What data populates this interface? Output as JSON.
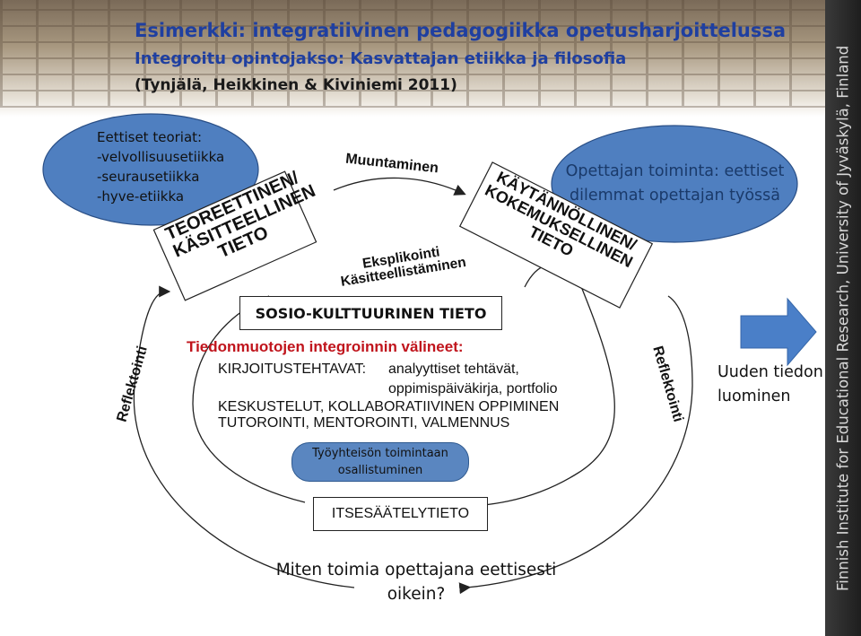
{
  "side_credit": "Finnish Institute for Educational Research, University of Jyväskylä, Finland",
  "header": {
    "title": "Esimerkki: integratiivinen pedagogiikka opetusharjoittelussa",
    "subtitle": "Integroitu opintojakso: Kasvattajan etiikka ja filosofia",
    "authors": "(Tynjälä, Heikkinen & Kiviniemi 2011)"
  },
  "ethics_ellipse": {
    "lines": [
      "Eettiset teoriat:",
      "-velvollisuusetiikka",
      "-seurausetiikka",
      "-hyve-etiikka"
    ]
  },
  "theoretical": {
    "line1": "TEOREETTINEN/",
    "line2": "KÄSITTEELLINEN",
    "line3": "TIETO"
  },
  "practical": {
    "line1": "KÄYTÄNNÖLLINEN/",
    "line2": "KOKEMUKSELLINEN",
    "line3": "TIETO"
  },
  "muuntaminen": "Muuntaminen",
  "eksplikointi": {
    "line1": "Eksplikointi",
    "line2": "Käsitteellistäminen"
  },
  "teacher_ellipse": {
    "line1": "Opettajan toiminta: eettiset",
    "line2": "dilemmat opettajan työssä"
  },
  "sosio": "SOSIO-KULTTUURINEN TIETO",
  "integration": {
    "title": "Tiedonmuotojen integroinnin välineet:",
    "row1_label": "KIRJOITUSTEHTAVAT:",
    "row1_value": "analyyttiset tehtävät,",
    "row2": "oppimispäiväkirja, portfolio",
    "row3": "KESKUSTELUT, KOLLABORATIIVINEN OPPIMINEN",
    "row4": "TUTOROINTI, MENTOROINTI, VALMENNUS"
  },
  "community": {
    "line1": "Työyhteisön toimintaan",
    "line2": "osallistuminen"
  },
  "itse": "ITSESÄÄTELYTIETO",
  "reflektointi_left": "Reflektointi",
  "reflektointi_right": "Reflektointi",
  "question": {
    "line1": "Miten toimia opettajana eettisesti",
    "line2": "oikein?"
  },
  "new_knowledge": {
    "line1": "Uuden tiedon",
    "line2": "luominen"
  },
  "colors": {
    "title_blue": "#1f3fa0",
    "ellipse_blue": "#4f7fc0",
    "accent_red": "#c0141c",
    "arrow_blue": "#4a7fc8"
  }
}
